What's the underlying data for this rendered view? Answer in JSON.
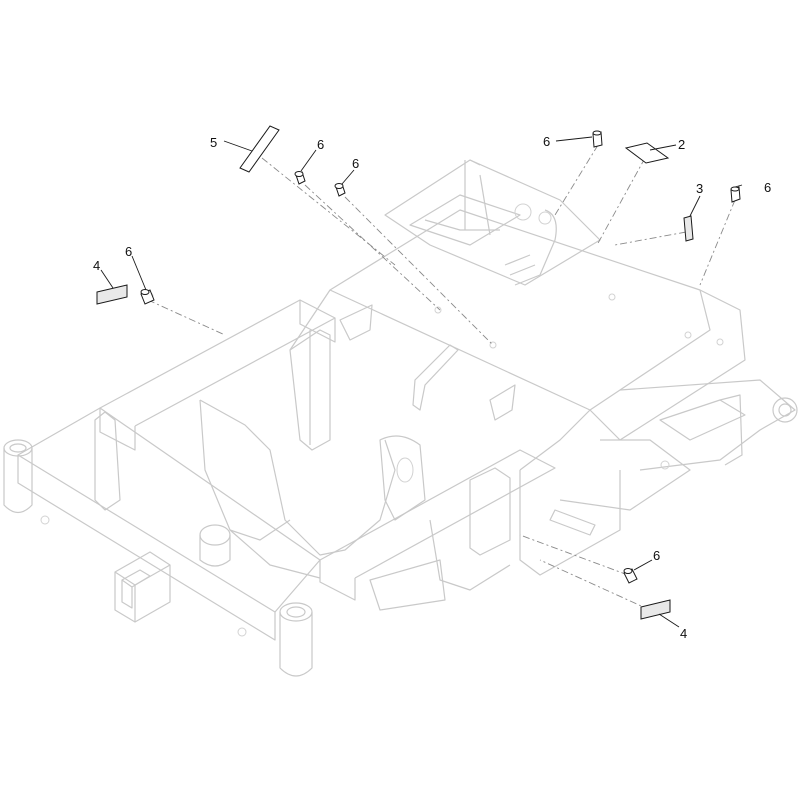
{
  "callouts": {
    "part5": "5",
    "part6_a": "6",
    "part6_b": "6",
    "part6_c": "6",
    "part2": "2",
    "part3": "3",
    "part6_d": "6",
    "part4_left": "4",
    "part6_left": "6",
    "part6_bottom": "6",
    "part4_bottom": "4"
  },
  "colors": {
    "frame_line": "#c9c9c9",
    "leader_line": "#1a1a1a",
    "label_fill": "#e9e9e9"
  }
}
